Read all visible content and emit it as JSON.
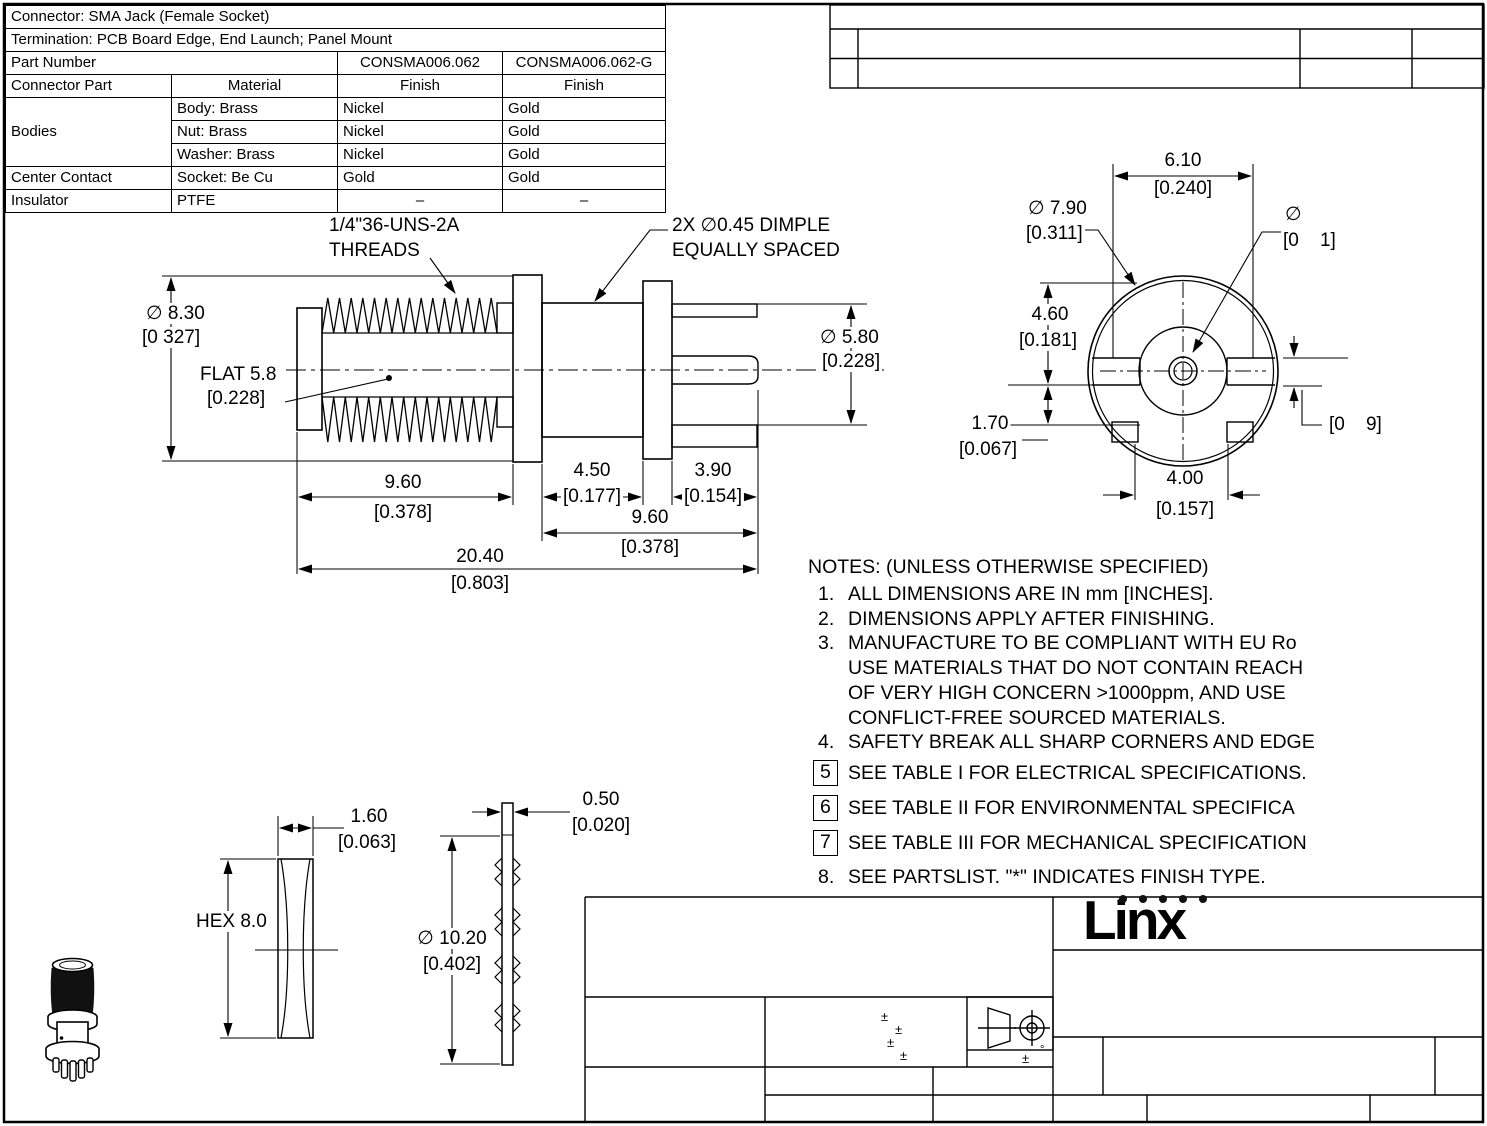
{
  "table": {
    "row_connector": "Connector: SMA Jack (Female Socket)",
    "row_termination": "Termination: PCB Board Edge, End Launch; Panel Mount",
    "part_number_label": "Part Number",
    "pn1": "CONSMA006.062",
    "pn2": "CONSMA006.062-G",
    "h_part": "Connector Part",
    "h_material": "Material",
    "h_finish1": "Finish",
    "h_finish2": "Finish",
    "body_rows": [
      [
        "Bodies",
        "Body: Brass",
        "Nickel",
        "Gold"
      ],
      [
        "",
        "Nut: Brass",
        "Nickel",
        "Gold"
      ],
      [
        "",
        "Washer: Brass",
        "Nickel",
        "Gold"
      ],
      [
        "Center Contact",
        "Socket: Be Cu",
        "Gold",
        "Gold"
      ],
      [
        "Insulator",
        "PTFE",
        "–",
        "–"
      ]
    ]
  },
  "dims": {
    "main": {
      "thread_note1": "1/4\"36-UNS-2A",
      "thread_note2": "THREADS",
      "dimple_note1": "2X ∅0.45 DIMPLE",
      "dimple_note2": "EQUALLY SPACED",
      "d830": "∅ 8.30",
      "d830i": "[0 327]",
      "flat1": "FLAT 5.8",
      "flat2": "[0.228]",
      "d580": "∅ 5.80",
      "d580i": "[0.228]",
      "l960a": "9.60",
      "l960ai": "[0.378]",
      "l450": "4.50",
      "l450i": "[0.177]",
      "l390": "3.90",
      "l390i": "[0.154]",
      "l960b": "9.60",
      "l960bi": "[0.378]",
      "l2040": "20.40",
      "l2040i": "[0.803]"
    },
    "end": {
      "l610": "6.10",
      "l610i": "[0.240]",
      "d790": "∅ 7.90",
      "d790i": "[0.311]",
      "dpart": "∅",
      "dparti": "[0    1]",
      "l460": "4.60",
      "l460i": "[0.181]",
      "l170": "1.70",
      "l170i": "[0.067]",
      "g09": "[0    9]",
      "l400": "4.00",
      "l400i": "[0.157]"
    },
    "nut": {
      "w160": "1.60",
      "w160i": "[0.063]",
      "hexaf": "HEX 8.0"
    },
    "washer": {
      "t050": "0.50",
      "t050i": "[0.020]",
      "d1020": "∅ 10.20",
      "d1020i": "[0.402]"
    }
  },
  "notes": {
    "header": "NOTES: (UNLESS OTHERWISE SPECIFIED)",
    "lines": [
      {
        "marker": "1.",
        "text": "ALL DIMENSIONS ARE IN mm [INCHES]."
      },
      {
        "marker": "2.",
        "text": "DIMENSIONS APPLY AFTER FINISHING."
      },
      {
        "marker": "3.",
        "text": "MANUFACTURE TO BE COMPLIANT WITH EU Ro"
      },
      {
        "marker": "",
        "text": "USE MATERIALS THAT DO NOT CONTAIN REACH"
      },
      {
        "marker": "",
        "text": "OF VERY HIGH CONCERN >1000ppm, AND USE"
      },
      {
        "marker": "",
        "text": "CONFLICT-FREE SOURCED MATERIALS."
      },
      {
        "marker": "4.",
        "text": "SAFETY BREAK ALL SHARP CORNERS AND EDGE"
      },
      {
        "marker": "5",
        "text": "SEE TABLE I FOR ELECTRICAL SPECIFICATIONS.",
        "boxed": true
      },
      {
        "marker": "6",
        "text": "SEE TABLE II FOR ENVIRONMENTAL SPECIFICA",
        "boxed": true
      },
      {
        "marker": "7",
        "text": "SEE TABLE III FOR MECHANICAL SPECIFICATION",
        "boxed": true
      },
      {
        "marker": "8.",
        "text": "SEE PARTSLIST. \"*\" INDICATES FINISH TYPE."
      }
    ]
  },
  "title_block": {
    "logo_text": "Linx",
    "pm": "±",
    "deg": "°"
  }
}
